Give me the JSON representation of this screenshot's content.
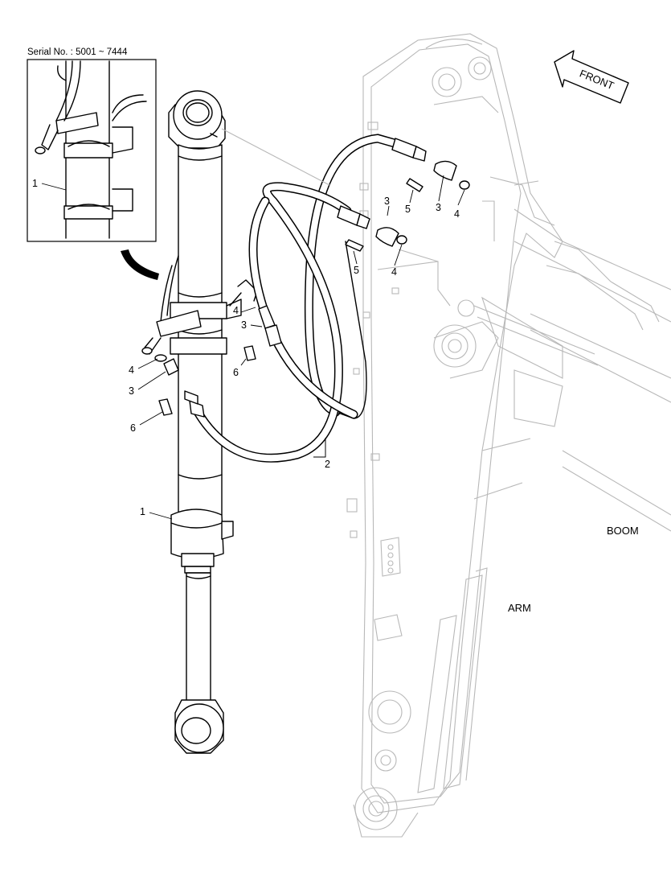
{
  "serial_note": "Serial No. : 5001 ~ 7444",
  "direction_label": "FRONT",
  "region_labels": {
    "boom": "BOOM",
    "arm": "ARM"
  },
  "callouts": {
    "inset_1": "1",
    "cyl_1": "1",
    "hose_2": "2",
    "top_3a": "3",
    "top_3b": "3",
    "top_4a": "4",
    "top_4b": "4",
    "top_5a": "5",
    "top_5b": "5",
    "mid_4": "4",
    "mid_3": "3",
    "mid_6": "6",
    "left_4": "4",
    "left_3": "3",
    "left_6": "6"
  }
}
